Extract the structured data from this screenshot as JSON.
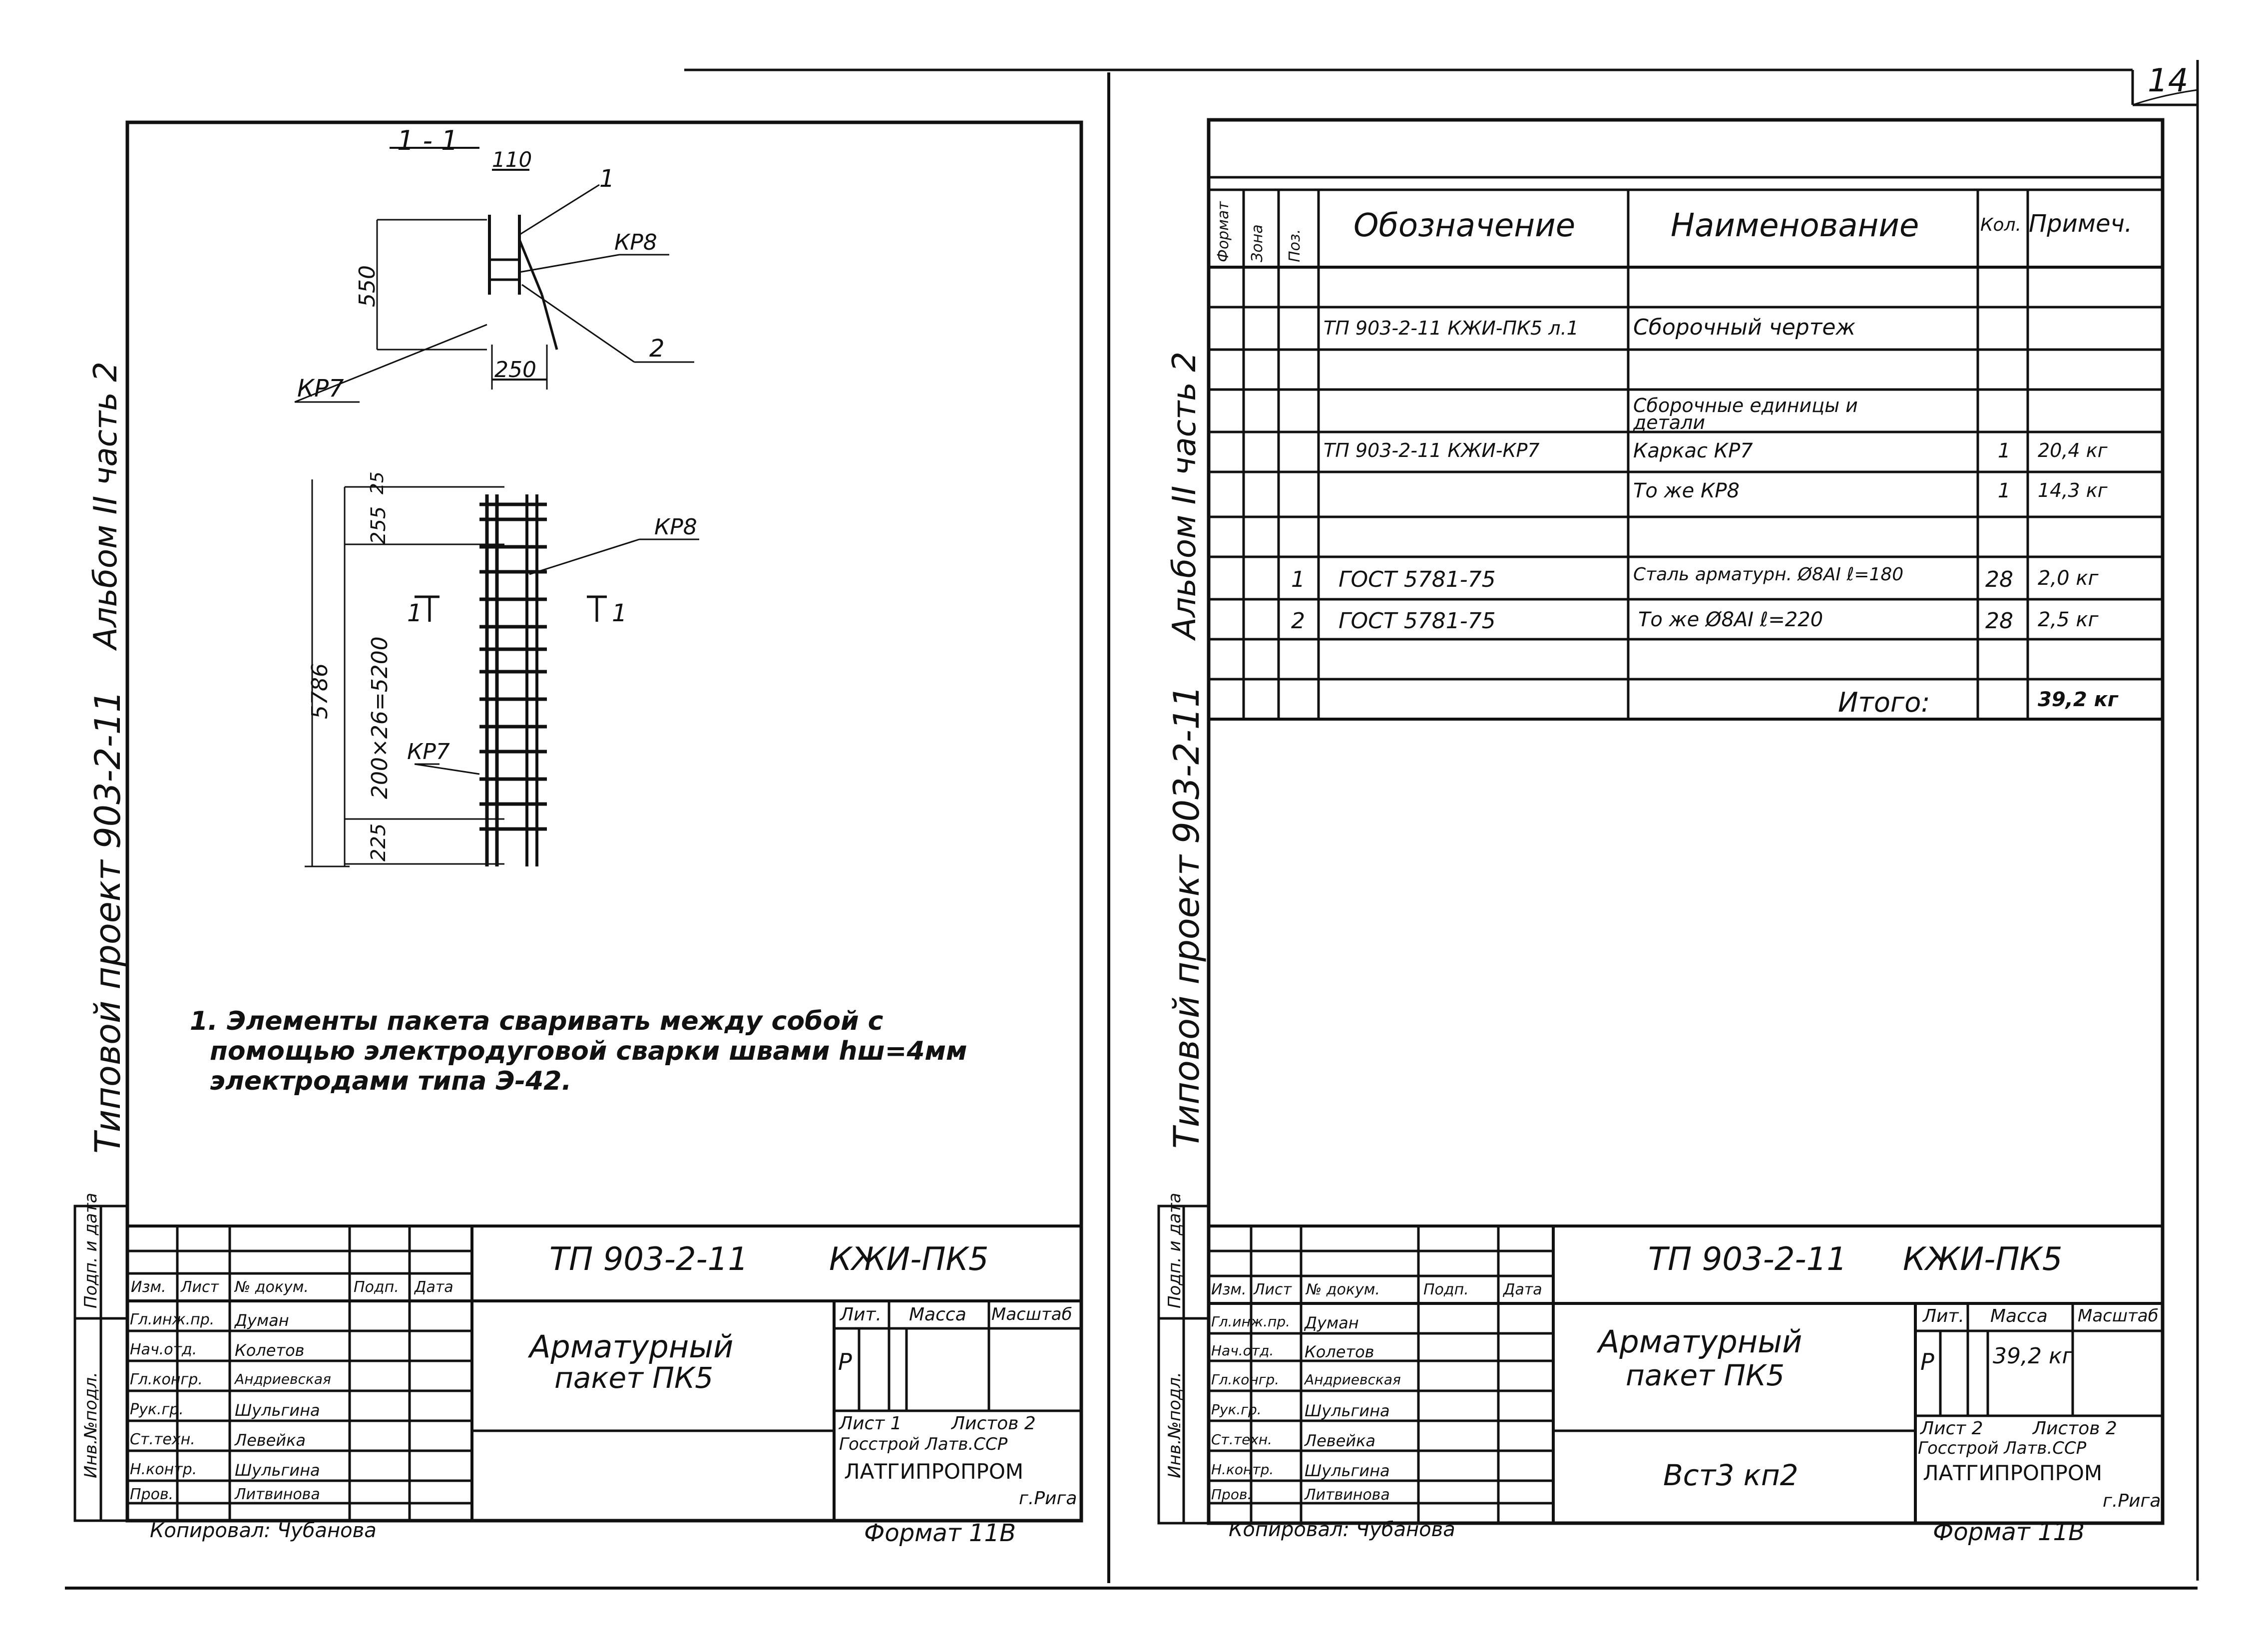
{
  "page_number": "14",
  "left_sheet": {
    "side_caption": {
      "project": "Типовой проект 903-2-11",
      "album": "Альбом II часть 2"
    },
    "drawing": {
      "section_label": "1 - 1",
      "dims": {
        "d110": "110",
        "d550": "550",
        "d250": "250",
        "d255": "255",
        "d25": "25",
        "d5786": "5786",
        "d200x26": "200×26=5200",
        "d225": "225"
      },
      "callouts": {
        "c1": "1",
        "c2": "2",
        "kr8": "КР8",
        "kr7": "КР7",
        "kr8b": "КР8",
        "kr7b": "КР7",
        "cut1_left": "1",
        "cut1_right": "1"
      }
    },
    "note": {
      "line1": "1. Элементы пакета сваривать между собой с",
      "line2": "помощью электродуговой сварки швами hш=4мм",
      "line3": "электродами типа Э-42."
    },
    "stamp": {
      "code": "ТП 903-2-11",
      "mark": "КЖИ-ПК5",
      "title1": "Арматурный",
      "title2": "пакет ПК5",
      "col_headers": [
        "Изм.",
        "Лист",
        "№ докум.",
        "Подп.",
        "Дата"
      ],
      "roles": [
        "Гл.инж.пр.",
        "Нач.отд.",
        "Гл.конгр.",
        "Рук.гр.",
        "Ст.техн.",
        "Н.контр.",
        "Пров."
      ],
      "names": [
        "Думан",
        "Колетов",
        "Андриевская",
        "Шульгина",
        "Левейка",
        "Шульгина",
        "Литвинова"
      ],
      "lit_label": "Лит.",
      "mass_label": "Масса",
      "scale_label": "Масштаб",
      "lit_value": "Р",
      "mass_value": "",
      "sheet": "Лист 1",
      "sheets": "Листов 2",
      "org1": "Госстрой Латв.ССР",
      "org2": "ЛАТГИПРОПРОМ",
      "city": "г.Рига",
      "copied": "Копировал: Чубанова",
      "format": "Формат 11В",
      "side_labels": [
        "Инв.№подл.",
        "Подп. и дата"
      ]
    }
  },
  "right_sheet": {
    "side_caption": {
      "project": "Типовой проект 903-2-11",
      "album": "Альбом II часть 2"
    },
    "spec_table": {
      "headers": {
        "format": "Формат",
        "zone": "Зона",
        "pos": "Поз.",
        "designation": "Обозначение",
        "name": "Наименование",
        "qty": "Кол.",
        "note": "Примеч."
      },
      "rows": [
        {
          "pos": "",
          "designation": "",
          "name": "",
          "qty": "",
          "note": ""
        },
        {
          "pos": "",
          "designation": "ТП 903-2-11 КЖИ-ПК5 л.1",
          "name": "Сборочный чертеж",
          "qty": "",
          "note": ""
        },
        {
          "pos": "",
          "designation": "",
          "name": "",
          "qty": "",
          "note": ""
        },
        {
          "pos": "",
          "designation": "",
          "name": "Сборочные единицы и детали",
          "qty": "",
          "note": ""
        },
        {
          "pos": "",
          "designation": "ТП 903-2-11 КЖИ-КР7",
          "name": "Каркас КР7",
          "qty": "1",
          "note": "20,4 кг"
        },
        {
          "pos": "",
          "designation": "",
          "name": "То же КР8",
          "qty": "1",
          "note": "14,3 кг"
        },
        {
          "pos": "",
          "designation": "",
          "name": "",
          "qty": "",
          "note": ""
        },
        {
          "pos": "1",
          "designation": "ГОСТ 5781-75",
          "name": "Сталь арматурн. Ø8АI ℓ=180",
          "qty": "28",
          "note": "2,0 кг"
        },
        {
          "pos": "2",
          "designation": "ГОСТ 5781-75",
          "name": "То же Ø8АI ℓ=220",
          "qty": "28",
          "note": "2,5 кг"
        },
        {
          "pos": "",
          "designation": "",
          "name": "",
          "qty": "",
          "note": ""
        },
        {
          "pos": "",
          "designation": "",
          "name": "Итого:",
          "qty": "",
          "note": "39,2 кг"
        }
      ]
    },
    "stamp": {
      "code": "ТП 903-2-11",
      "mark": "КЖИ-ПК5",
      "title1": "Арматурный",
      "title2": "пакет ПК5",
      "material": "Вст3 кп2",
      "col_headers": [
        "Изм.",
        "Лист",
        "№ докум.",
        "Подп.",
        "Дата"
      ],
      "roles": [
        "Гл.инж.пр.",
        "Нач.отд.",
        "Гл.конгр.",
        "Рук.гр.",
        "Ст.техн.",
        "Н.контр.",
        "Пров."
      ],
      "names": [
        "Думан",
        "Колетов",
        "Андриевская",
        "Шульгина",
        "Левейка",
        "Шульгина",
        "Литвинова"
      ],
      "lit_label": "Лит.",
      "mass_label": "Масса",
      "scale_label": "Масштаб",
      "lit_value": "Р",
      "mass_value": "39,2 кг",
      "sheet": "Лист 2",
      "sheets": "Листов 2",
      "org1": "Госстрой Латв.ССР",
      "org2": "ЛАТГИПРОПРОМ",
      "city": "г.Рига",
      "copied": "Копировал: Чубанова",
      "format": "Формат 11В",
      "side_labels": [
        "Инв.№подл.",
        "Подп. и дата"
      ]
    }
  }
}
